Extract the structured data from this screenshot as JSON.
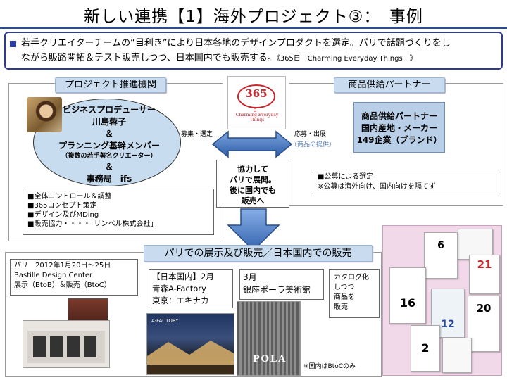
{
  "title": "新しい連携【1】海外プロジェクト③：　事例",
  "intro": {
    "line1": "若手クリエイターチームの“目利き”により日本各地のデザインプロダクトを選定。パリで話題づくりをし",
    "line2": "ながら販路開拓＆テスト販売しつつ、日本国内でも販売する。",
    "small": "《365日　Charming Everyday Things　》"
  },
  "left": {
    "tag": "プロジェクト推進機関",
    "ellipse": {
      "l1": "ビジネスプロデューサー",
      "l2": "川島蓉子",
      "l3": "＆",
      "l4": "プランニング基幹メンバー",
      "l5": "（複数の若手著名クリエーター）",
      "l6": "＆",
      "l7": "事務局　ifs"
    },
    "list": [
      "■全体コントロール＆調整",
      "■365コンセプト策定",
      "■デザイン及びMDing",
      "■販売協力・・・・「リンベル株式会社」"
    ]
  },
  "right": {
    "tag": "商品供給パートナー",
    "partner": [
      "商品供給パートナー",
      "国内産地・メーカー",
      "149企業（ブランド）"
    ],
    "koubo": [
      "■公募による選定",
      "※公募は海外向け、国内向けを隔てず"
    ]
  },
  "logo": {
    "number": "365",
    "nichi": "日",
    "subtitle": "Charming Everyday Things"
  },
  "arrow_labels": {
    "left": "募集・選定",
    "right": "応募・出展",
    "right_sub": "（商品の提供）"
  },
  "center_box": [
    "協力して",
    "パリで展開。",
    "後に国内でも",
    "販売へ"
  ],
  "bottom": {
    "tag": "パリでの展示及び販売／日本国内での販売",
    "paris": [
      "パリ　2012年1月20日～25日",
      "Bastille Design Center",
      "展示（BtoB）＆販売（BtoC）"
    ],
    "japan": [
      "【日本国内】2月",
      "青森A-Factory",
      "東京：エキナカ"
    ],
    "ginza": [
      "3月",
      "銀座ポーラ美術館"
    ],
    "catalog": [
      "カタログ化",
      "しつつ",
      "商品を",
      "販売"
    ],
    "note": "※国内はBtoCのみ",
    "afactory_label": "A-FACTORY",
    "pola_label": "POLA"
  },
  "calendar_numbers": [
    "21",
    "6",
    "16",
    "12",
    "20",
    "2"
  ],
  "colors": {
    "accent": "#2e4b8c",
    "tag_fill": "#c9dcef",
    "arrow_blue": "#4a7bc8",
    "logo_red": "#c8252b"
  }
}
